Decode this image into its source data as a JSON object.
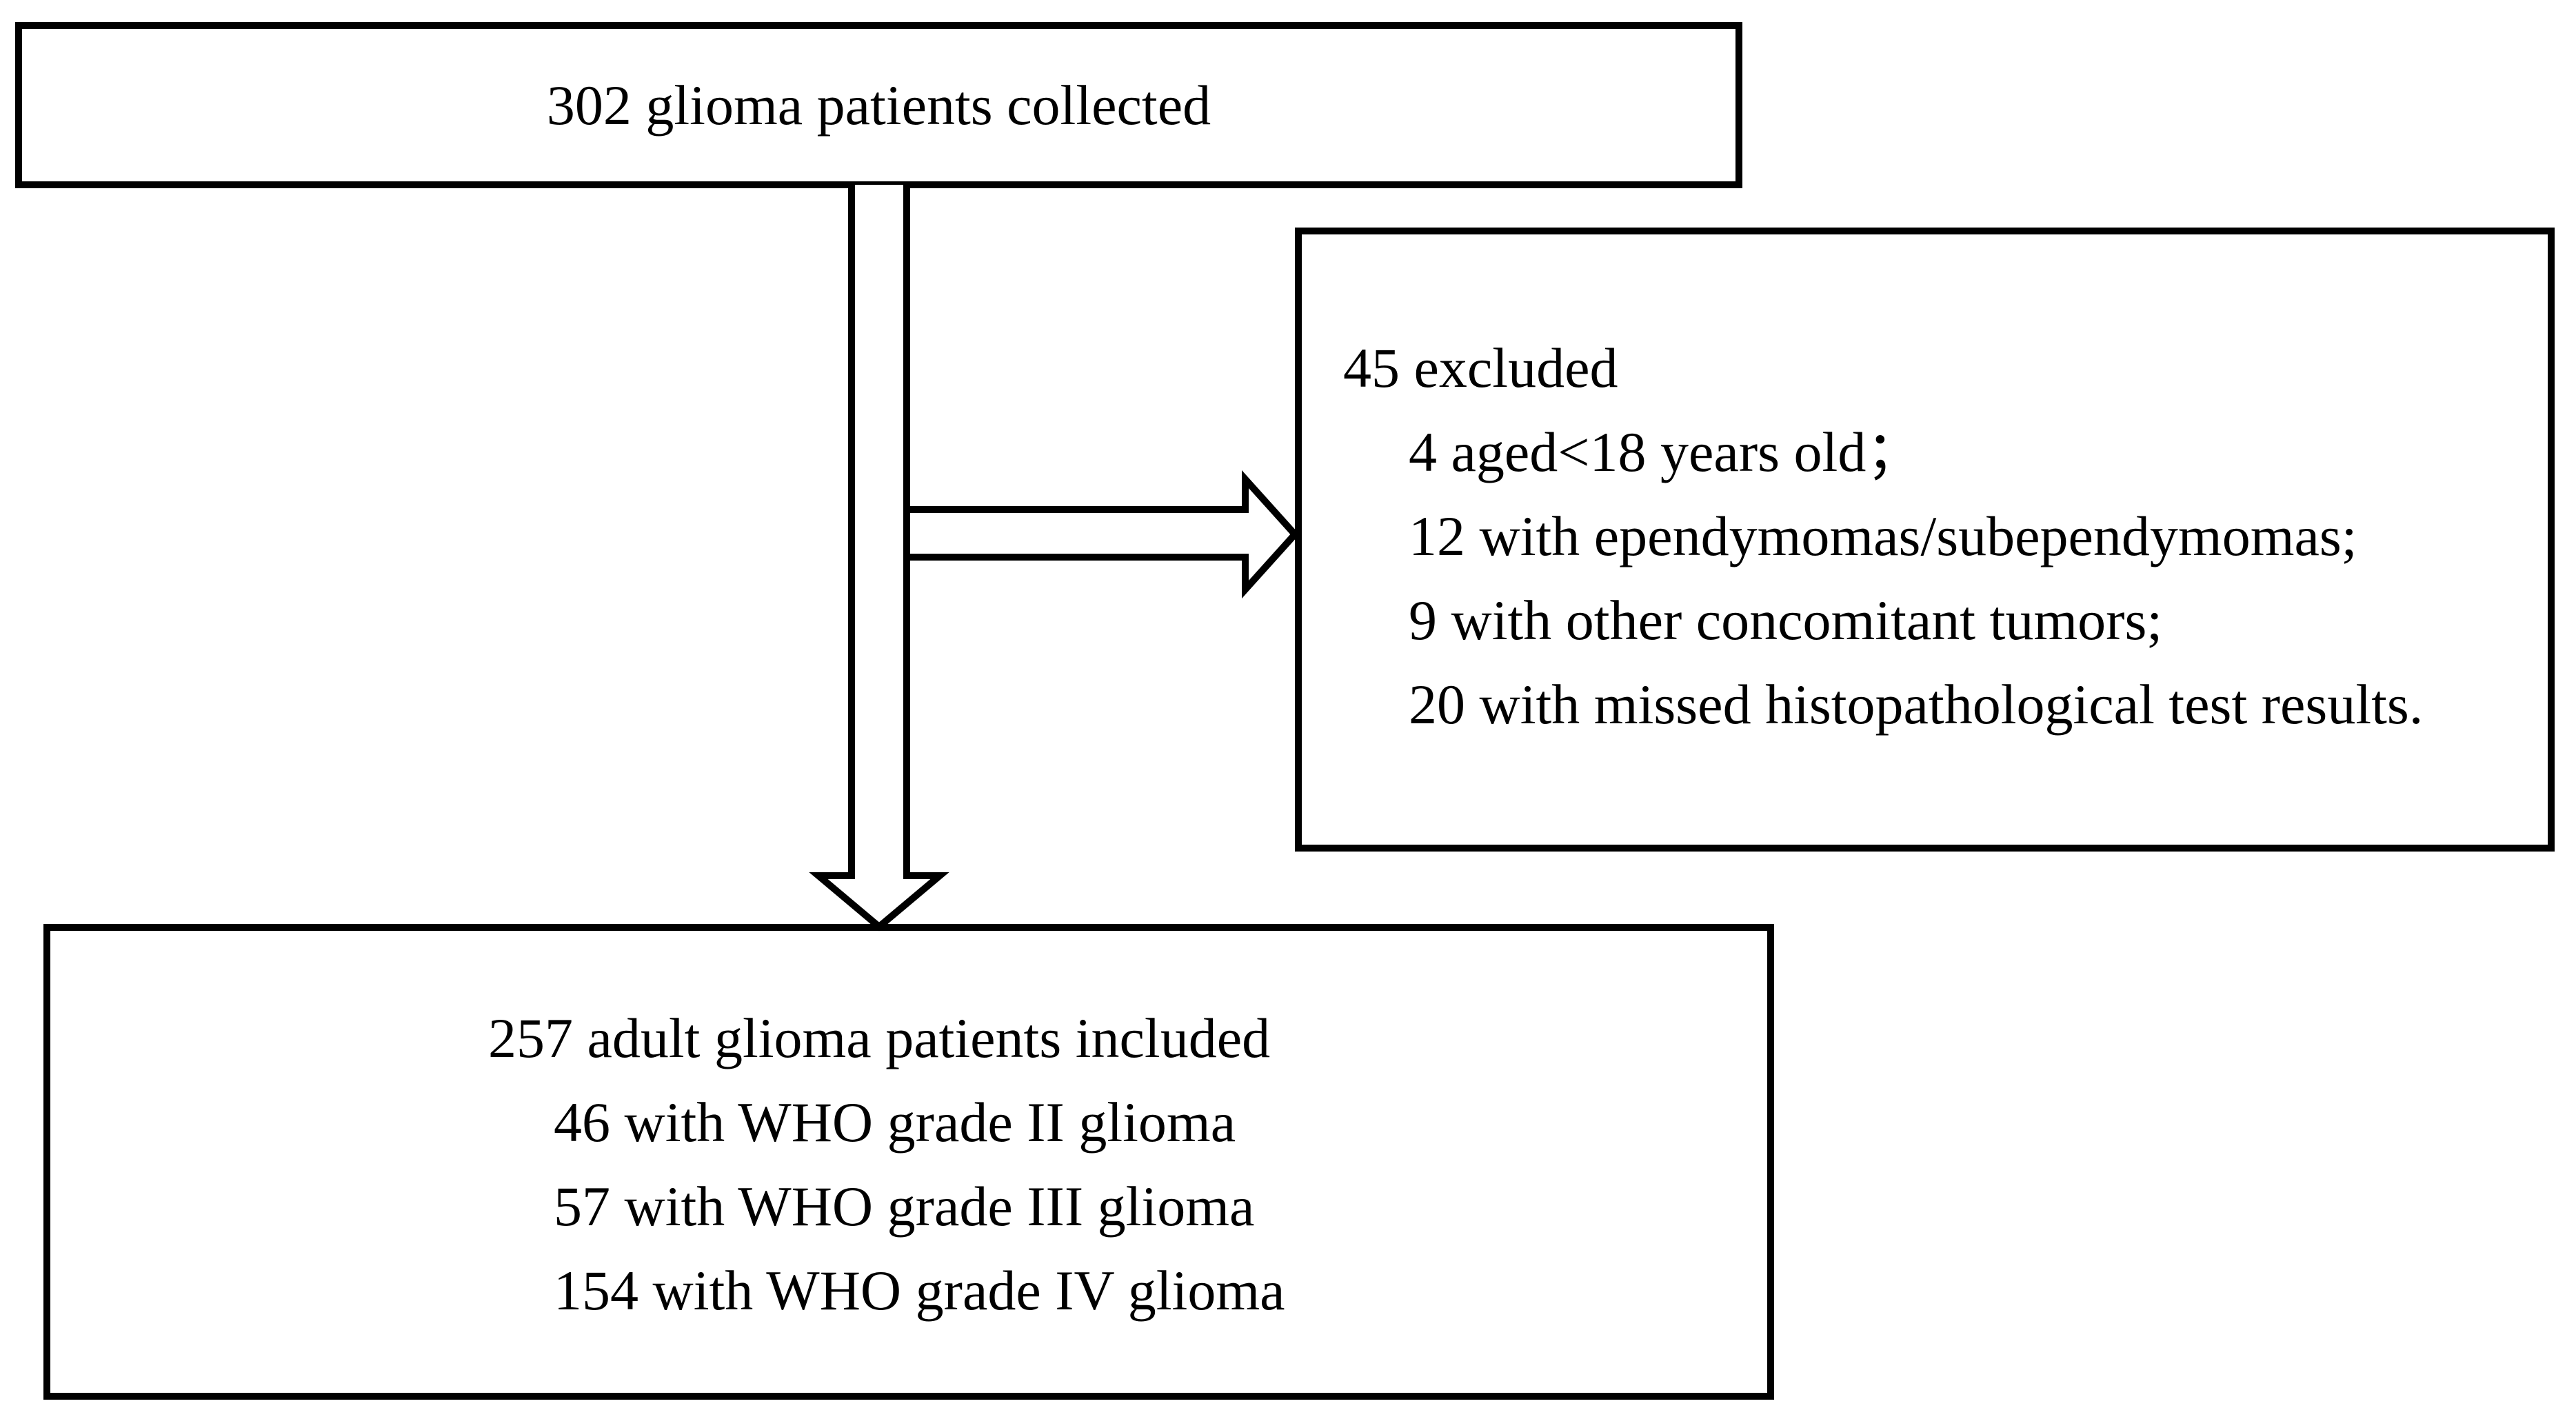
{
  "figure": {
    "colors": {
      "border": "#000000",
      "background": "#ffffff",
      "text": "#000000"
    },
    "collected_box": {
      "text": "302 glioma patients collected"
    },
    "excluded_box": {
      "title": "45 excluded",
      "items": [
        "4 aged<18 years old；",
        "12 with ependymomas/subependymomas;",
        "9 with other concomitant tumors;",
        "20 with missed histopathological test results."
      ]
    },
    "included_box": {
      "title": "257 adult glioma patients included",
      "items": [
        "46 with WHO grade II glioma",
        "57 with WHO grade III glioma",
        "154 with WHO grade IV glioma"
      ]
    }
  }
}
